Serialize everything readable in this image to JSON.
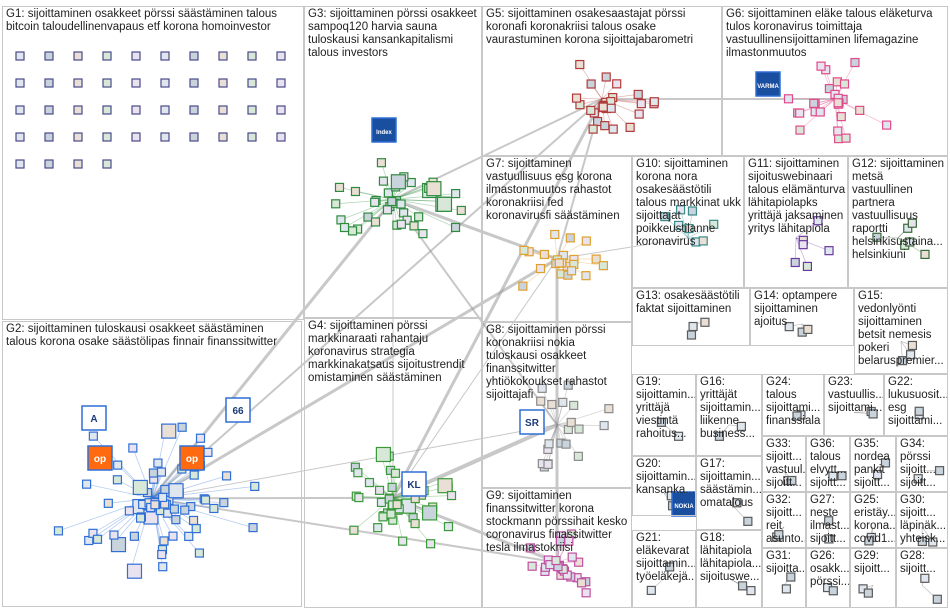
{
  "groups": [
    {
      "id": "G1",
      "label": "G1: sijoittaminen osakkeet pörssi säästäminen talous\nbitcoin taloudellinenvapaus etf korona homoinvestor",
      "color": "#4a4a8a"
    },
    {
      "id": "G2",
      "label": "G2: sijoittaminen tuloskausi osakkeet säästäminen\ntalous korona osake säästölipas finnair finanssitwitter",
      "color": "#2f6fd6"
    },
    {
      "id": "G3",
      "label": "G3: sijoittaminen pörssi osakkeet\nsampoq120 harvia sauna\ntuloskausi kansankapitalismi\ntalous investors",
      "color": "#2e8b3e"
    },
    {
      "id": "G4",
      "label": "G4: sijoittaminen pörssi\nmarkkinaraati rahantaju\nkoronavirus strategia\nmarkkinakatsaus sijoitustrendit\nomistaminen säästäminen",
      "color": "#3a9a3a"
    },
    {
      "id": "G5",
      "label": "G5: sijoittaminen osakesaastajat pörssi\nkoronafi koronakriisi talous osake\nvaurastuminen korona sijoittajabarometri",
      "color": "#b23a3a"
    },
    {
      "id": "G6",
      "label": "G6: sijoittaminen eläke talous eläketurva\ntulos koronavirus toimittaja\nvastuullinensijoittaminen lifemagazine\nilmastonmuutos",
      "color": "#e04a8a"
    },
    {
      "id": "G7",
      "label": "G7: sijoittaminen\nvastuullisuus esg korona\nilmastonmuutos rahastot\nkoronakriisi fed\nkoronavirusfi säästäminen",
      "color": "#e0a030"
    },
    {
      "id": "G8",
      "label": "G8: sijoittaminen pörssi\nkoronakriisi nokia\ntuloskausi osakkeet\nfinanssitwitter\nyhtiökokoukset rahastot\nsijoittajafi",
      "color": "#8a8a8a"
    },
    {
      "id": "G9",
      "label": "G9: sijoittaminen\nfinanssitwitter korona\nstockmann pörssihait kesko\ncoronavirus finassitwitter\ntesla ilmastokriisi",
      "color": "#c050a0"
    },
    {
      "id": "G10",
      "label": "G10: sijoittaminen\nkorona nora\nosakesäästötili\ntalous markkinat ukk\nsijoittajat\npoikkeustilanne\nkoronavirus",
      "color": "#3a8a8a"
    },
    {
      "id": "G11",
      "label": "G11: sijoittaminen\nsijoituswebinaari\ntalous elämänturva\nlähitapiolapks\nyrittäjä jaksaminen\nyritys lähitapiola",
      "color": "#6a3aa0"
    },
    {
      "id": "G12",
      "label": "G12: sijoittaminen\nmetsä\nvastuullinen\npartnera\nvastuullisuus\nraportti\nhelsinkisustaina...\nhelsinkiuni",
      "color": "#3a6a3a"
    },
    {
      "id": "G13",
      "label": "G13: osakesäästötili\nfaktat sijoittaminen",
      "color": "#5a5a5a"
    },
    {
      "id": "G14",
      "label": "G14: optampere\nsijoittaminen\najoitus",
      "color": "#5a5a5a"
    },
    {
      "id": "G15",
      "label": "G15:\nvedonlyönti\nsijoittaminen\nbetsit nemesis\npokeri\nbelaruspremier...",
      "color": "#5a5a5a"
    },
    {
      "id": "G16",
      "label": "G16:\nyrittäjät\nsijoittamin...\nliikenne\nbusiness...",
      "color": "#5a5a5a"
    },
    {
      "id": "G17",
      "label": "G17:\nsijoittamin...\nsäästämin...\nomatalous",
      "color": "#5a5a5a"
    },
    {
      "id": "G18",
      "label": "G18:\nlähitapiola\nlähitapiola...\nsijoituswe...",
      "color": "#5a5a5a"
    },
    {
      "id": "G19",
      "label": "G19:\nsijoittamin...\nyrittäjä\nviestintä\nrahoitus...",
      "color": "#5a5a5a"
    },
    {
      "id": "G20",
      "label": "G20:\nsijoittamin...\nkansanka...",
      "color": "#5a5a5a"
    },
    {
      "id": "G21",
      "label": "G21:\neläkevarat\nsijoittamin...\ntyöeläkejä...",
      "color": "#5a5a5a"
    },
    {
      "id": "G22",
      "label": "G22:\nlukusuosit...\nesg\nsijoittami...",
      "color": "#5a5a5a"
    },
    {
      "id": "G23",
      "label": "G23:\nvastuullis...\nsijoittami...",
      "color": "#5a5a5a"
    },
    {
      "id": "G24",
      "label": "G24:\ntalous\nsijoittami...\nfinanssiala",
      "color": "#5a5a5a"
    },
    {
      "id": "G25",
      "label": "G25:\neristäy...\nkorona...\ncovid1...",
      "color": "#5a5a5a"
    },
    {
      "id": "G26",
      "label": "G26:\nosakk...\npörssi...",
      "color": "#5a5a5a"
    },
    {
      "id": "G27",
      "label": "G27:\nneste\nilmast...\nsijoitt...",
      "color": "#5a5a5a"
    },
    {
      "id": "G28",
      "label": "G28:\nsijoitt...",
      "color": "#5a5a5a"
    },
    {
      "id": "G29",
      "label": "G29:\nsijoitt...",
      "color": "#5a5a5a"
    },
    {
      "id": "G30",
      "label": "G30:\nsijoitt...\nläpinäk...\nyhteisk...",
      "color": "#5a5a5a"
    },
    {
      "id": "G31",
      "label": "G31:\nsijoittа...",
      "color": "#5a5a5a"
    },
    {
      "id": "G32",
      "label": "G32:\nsijoitt...\nreit\nasunto...",
      "color": "#5a5a5a"
    },
    {
      "id": "G33",
      "label": "G33:\nsijoitt...\nvastuul...\nsijoitt...",
      "color": "#5a5a5a"
    },
    {
      "id": "G34",
      "label": "G34:\npörssi\nsijoitt...\nsijoitt...",
      "color": "#5a5a5a"
    },
    {
      "id": "G35",
      "label": "G35:\nnordea\npankit\nsijoitt...",
      "color": "#5a5a5a"
    },
    {
      "id": "G36",
      "label": "G36:\ntalous\nelvytt...\nsijoitt...",
      "color": "#5a5a5a"
    }
  ],
  "hub_icons": [
    {
      "name": "op-logo",
      "text": "op"
    },
    {
      "name": "route-66-logo",
      "text": "66"
    },
    {
      "name": "kl-logo",
      "text": "KL"
    },
    {
      "name": "sr-logo",
      "text": "SR"
    },
    {
      "name": "varma-logo",
      "text": "VARMA"
    },
    {
      "name": "nokia-logo",
      "text": "NOKIA"
    },
    {
      "name": "indexfund-logo",
      "text": "Index"
    },
    {
      "name": "avanza-a-logo",
      "text": "A"
    }
  ]
}
